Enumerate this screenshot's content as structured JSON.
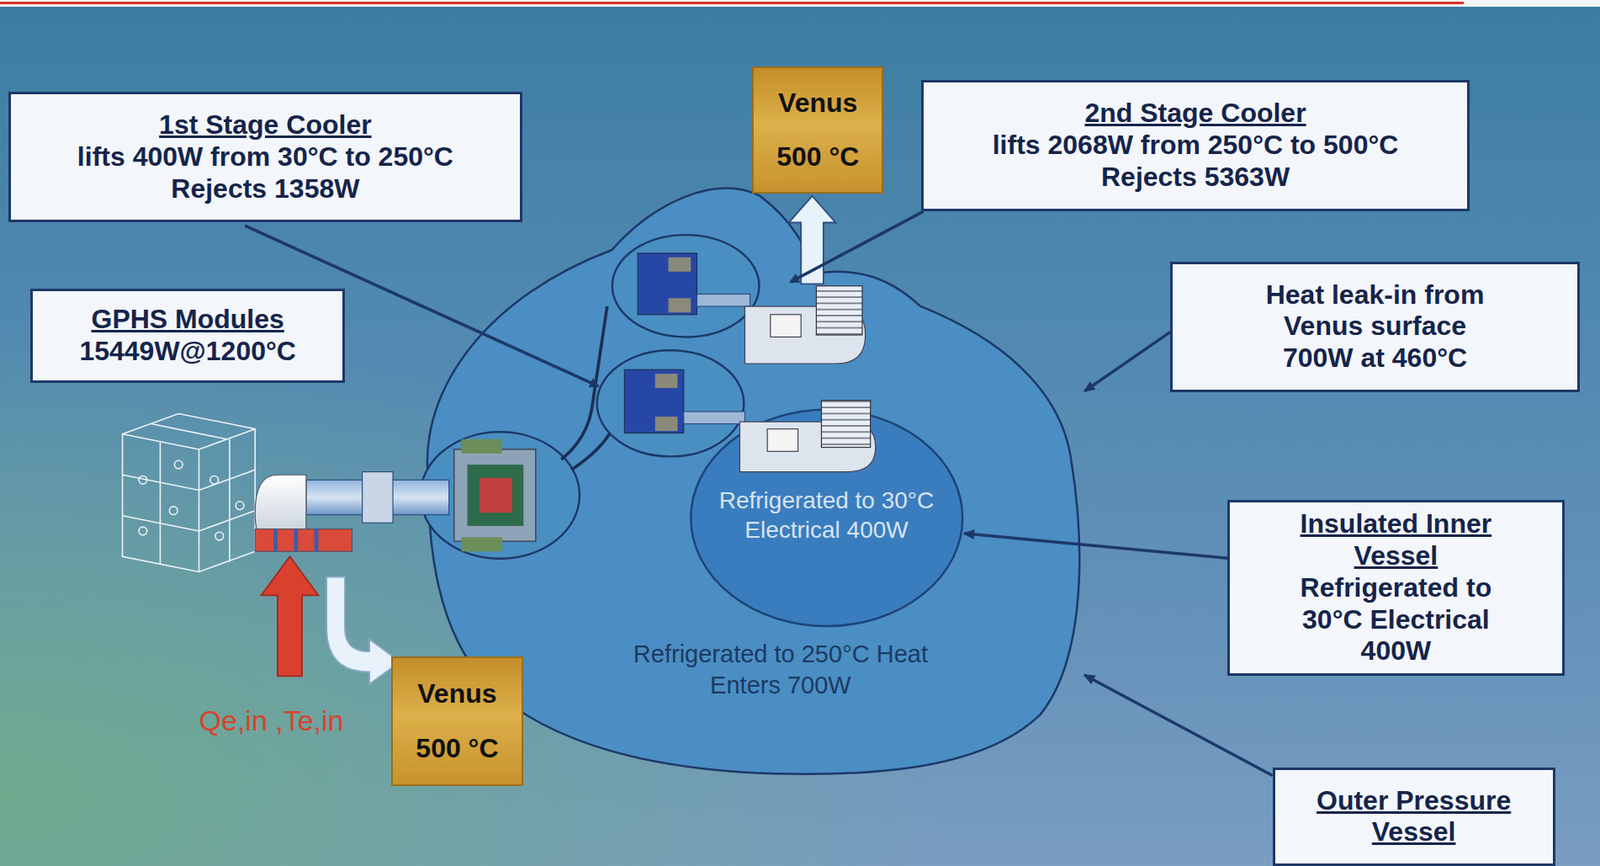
{
  "diagram": {
    "nodes": [
      {
        "text": [
          "1st Stage Cooler",
          "lifts 400W from 30°C to 250°C Rejects 1358W"
        ]
      },
      {
        "text": [
          "Venus",
          "500 °C"
        ]
      },
      {
        "text": [
          "2nd Stage Cooler",
          "lifts 2068W from 250°C to 500°C Rejects 5363W"
        ]
      },
      {
        "text": [
          "GPHS Modules",
          "15449W@1200°C"
        ]
      },
      {
        "text": [
          "Heat leak-in from Venus surface 700W at 460°C"
        ]
      },
      {
        "text": [
          "Refrigerated to 250°C Heat Enters 700W"
        ]
      },
      {
        "text": [
          "Refrigerated to 30°C Electrical 400W"
        ],
        "in": 5
      },
      {
        "text": [
          "Insulated Inner Vessel",
          "Refrigerated to 30°C Electrical 400W"
        ]
      },
      {
        "text": [
          "Venus",
          "500 °C"
        ]
      },
      {
        "text": [
          "Outer Pressure Vessel"
        ]
      }
    ],
    "edges": [
      {
        "from": 4,
        "to": 5,
        "arrow": "to"
      },
      {
        "from": 7,
        "to": 6,
        "arrow": "to"
      },
      {
        "from": 9,
        "to": 5,
        "arrow": "to"
      }
    ],
    "labels": [
      "Qe,in ,Te,in"
    ]
  }
}
